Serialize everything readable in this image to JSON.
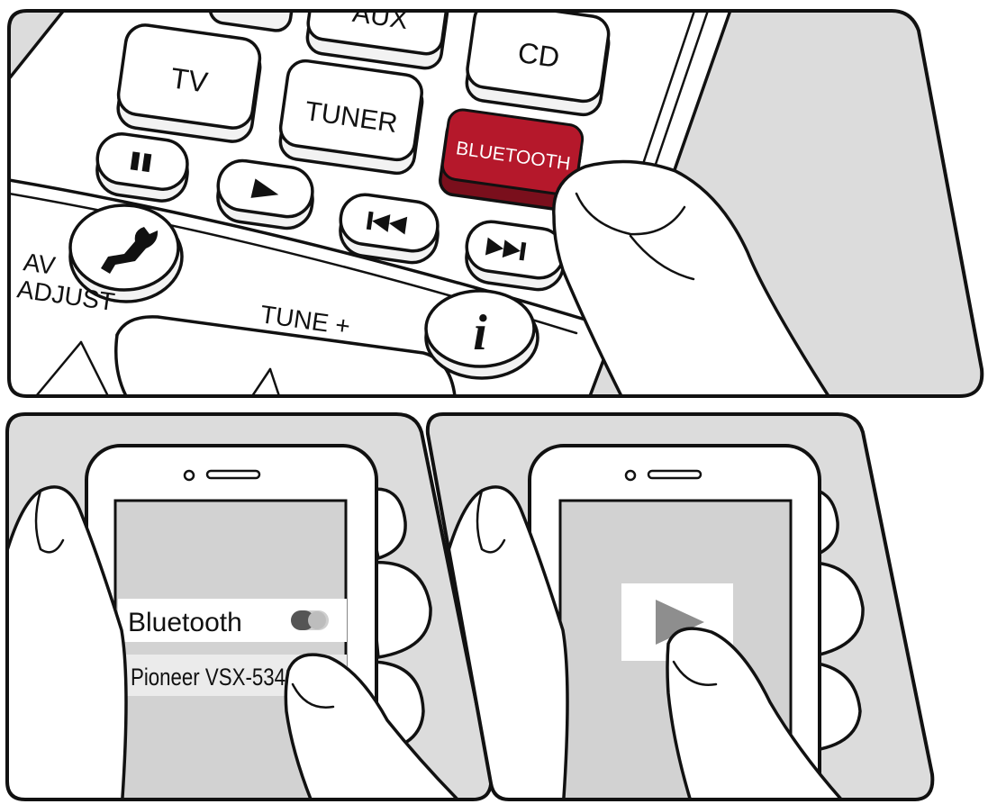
{
  "remote": {
    "buttons": {
      "aux": "AUX",
      "cd": "CD",
      "tv": "TV",
      "tuner": "TUNER",
      "bluetooth": "BLUETOOTH",
      "tune_plus": "TUNE +",
      "av_adjust_line1": "AV",
      "av_adjust_line2": "ADJUST",
      "info": "i"
    },
    "highlight_color": "#b5182b"
  },
  "phone_left": {
    "setting_label": "Bluetooth",
    "device_name": "Pioneer VSX-534",
    "toggle_state": "on"
  },
  "phone_right": {
    "play_icon": "play-icon"
  },
  "colors": {
    "panel_bg": "#dcdcdc",
    "screen_bg": "#d2d2d2",
    "outline": "#111111",
    "play_icon": "#8e8e8e"
  }
}
